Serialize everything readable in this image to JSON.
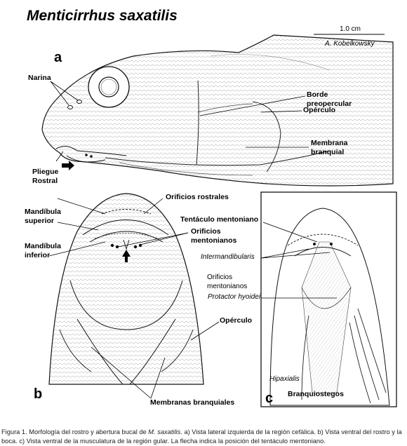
{
  "title": "Menticirrhus saxatilis",
  "scale_bar": {
    "value": "1.0 cm",
    "author": "A. Kobelkowsky"
  },
  "panels": {
    "a": "a",
    "b": "b",
    "c": "c"
  },
  "labels_a": {
    "narina": "Narina",
    "borde_1": "Borde",
    "borde_2": "preopercular",
    "operculo": "Opérculo",
    "membrana_1": "Membrana",
    "membrana_2": "branquial",
    "pliegue_1": "Pliegue",
    "pliegue_2": "Rostral"
  },
  "labels_b": {
    "orificios_rostrales": "Orificios rostrales",
    "mandibula_sup_1": "Mandíbula",
    "mandibula_sup_2": "superior",
    "mandibula_inf_1": "Mandíbula",
    "mandibula_inf_2": "inferior",
    "orificios_ment_1": "Orificios",
    "orificios_ment_2": "mentonianos",
    "operculo": "Opérculo",
    "membranas": "Membranas branquiales"
  },
  "labels_c": {
    "tentaculo": "Tentáculo mentoniano",
    "intermandibularis": "Intermandibularis",
    "orificios_1": "Orificios",
    "orificios_2": "mentonianos",
    "protactor": "Protactor hyoidei",
    "hipaxialis": "Hipaxialis",
    "branquiostegos": "Branquiostegos"
  },
  "caption": {
    "prefix": "Figura 1. Morfología del rostro y abertura bucal de ",
    "species": "M. saxatilis",
    "suffix": ". a) Vista lateral izquierda de la región cefálica. b) Vista ventral del rostro y la boca. c) Vista ventral de la musculatura de la región gular. La flecha indica la posición del tentáculo mentoniano."
  }
}
